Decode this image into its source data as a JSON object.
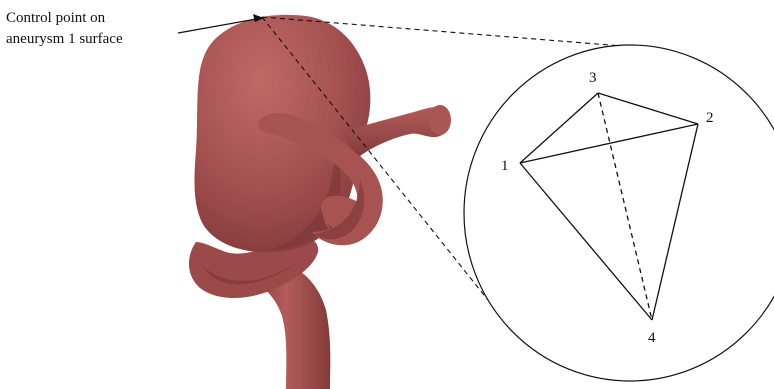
{
  "callout": {
    "line1": "Control point on",
    "line2": "aneurysm 1 surface"
  },
  "vertices": {
    "v1": "1",
    "v2": "2",
    "v3": "3",
    "v4": "4"
  },
  "colors": {
    "vessel_fill": "#a3504f",
    "vessel_shadow": "#7c3535",
    "vessel_highlight": "#c06a68",
    "stroke": "#111111",
    "background": "#ffffff"
  }
}
